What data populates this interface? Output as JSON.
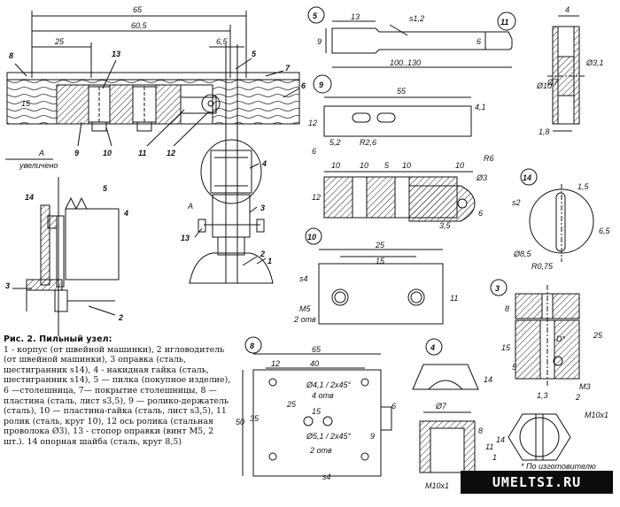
{
  "caption": {
    "title": "Рис. 2. Пильный узел:",
    "body": "1 - корпус (от швейной машинки), 2 игловодитель (от швейной машинки), 3 оправка (сталь, шестигранник s14), 4 - накидная гайка (сталь, шестигранник s14), 5 — пилка (покупное изделие), 6 —столешница, 7— покрытие столешницы, 8 — пластина (сталь, лист s3,5), 9 — ролико-держатель (сталь), 10 — пластина-гайка (сталь, лист s3,5), 11 ролик (сталь, круг 10), 12 ось ролика (стальная проволока Ø3), 13 - стопор оправки (винт М5, 2 шт.). 14 опорная шайба (сталь, круг 8,5)"
  },
  "watermark": "UMELTSI.RU",
  "assembly": {
    "dims": {
      "d65": "65",
      "d605": "60,5",
      "d25": "25",
      "d15": "15",
      "d65s": "6,5"
    },
    "labels": {
      "l8": "8",
      "l13": "13",
      "l5": "5",
      "l7": "7",
      "l6": "6",
      "l9": "9",
      "l10": "10",
      "l11": "11",
      "l12": "12",
      "l4": "4",
      "l3": "3",
      "l13b": "13",
      "l2": "2",
      "l1": "1",
      "lA": "A"
    }
  },
  "view_a": {
    "line1": "A",
    "line2": "увеличено",
    "labels": {
      "l14": "14",
      "l5": "5",
      "l4": "4",
      "l3": "3",
      "l2": "2"
    }
  },
  "part5": {
    "num": "5",
    "d13": "13",
    "thick": "s1,2",
    "d9": "9",
    "d6": "6",
    "len": "100..130"
  },
  "part9": {
    "num": "9",
    "d55": "55",
    "d12": "12",
    "d41": "4,1",
    "d52": "5,2",
    "r26": "R2,6",
    "d6": "6",
    "d10a": "10",
    "d10b": "10",
    "d5": "5",
    "d10c": "10",
    "d10d": "10",
    "r6": "R6",
    "d3": "Ø3",
    "d12b": "12",
    "d35": "3,5",
    "d6b": "6"
  },
  "part11": {
    "num": "11",
    "d4": "4",
    "d10": "Ø10",
    "d7": "Ø7",
    "d31": "Ø3,1",
    "d18": "1,8"
  },
  "part14": {
    "num": "14",
    "d15": "1,5",
    "s2": "s2",
    "d65": "6,5",
    "d85": "Ø8,5",
    "r075": "R0,75"
  },
  "part10": {
    "num": "10",
    "d25": "25",
    "d15": "15",
    "s4": "s4",
    "m5": "M5",
    "qty": "2 отв",
    "d11": "11"
  },
  "part3": {
    "num": "3",
    "d8": "8",
    "d15": "15",
    "d25": "25",
    "d5": "5",
    "dstar": "D*",
    "m3": "M3",
    "d2": "2"
  },
  "part8": {
    "num": "8",
    "d65": "65",
    "d12": "12",
    "d40": "40",
    "h1": "Ø4,1 / 2x45°",
    "q1": "4 отв",
    "d25": "25",
    "d15": "15",
    "h2": "Ø5,1 / 2x45°",
    "q2": "2 отв",
    "d50": "50",
    "d35": "35",
    "d9": "9",
    "d6": "6",
    "s4": "s4"
  },
  "part4": {
    "num": "4",
    "d14": "14",
    "d7": "Ø7",
    "d8": "8",
    "d11": "11",
    "d1": "1",
    "d14b": "14",
    "d13": "1,3",
    "m10": "M10x1",
    "note": "* По изготовителю",
    "m10b": "M10x1"
  }
}
